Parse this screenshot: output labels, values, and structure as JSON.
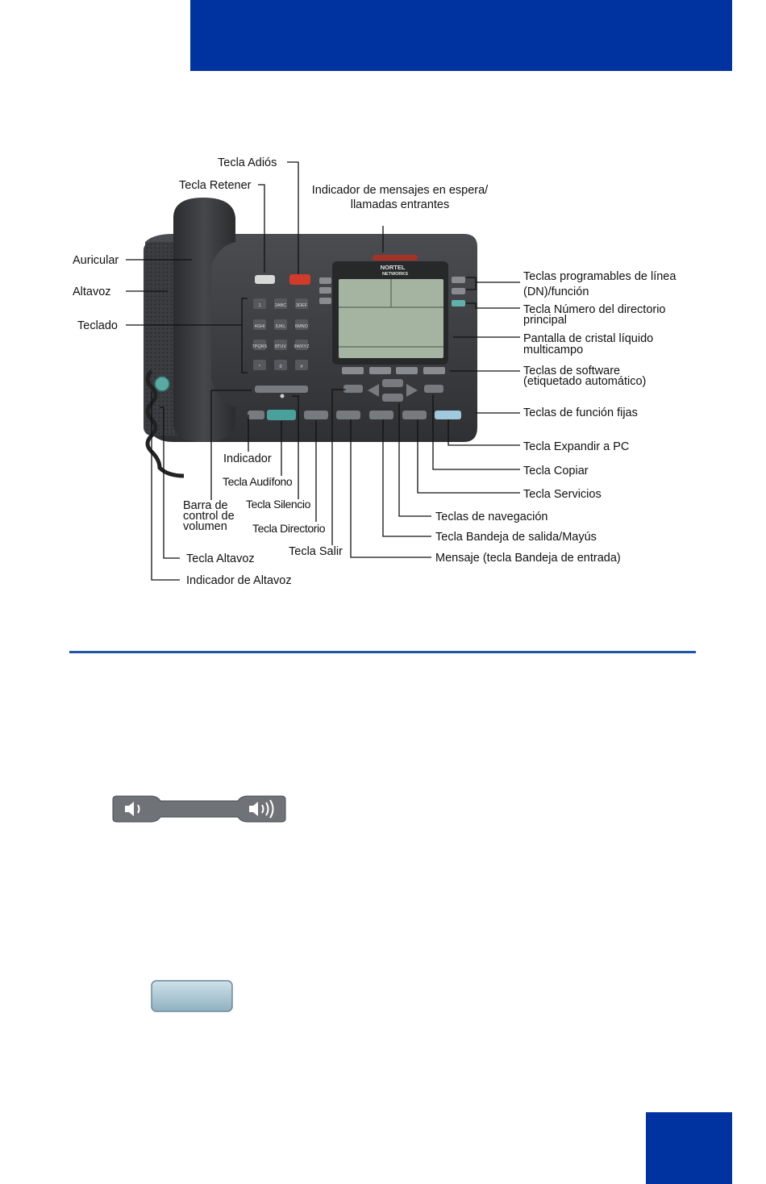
{
  "colors": {
    "brand_blue": "#0033a0",
    "divider_blue": "#2255a8",
    "phone_body": "#3a3c3f",
    "lcd": "#a4b4a0",
    "goodbye_red": "#d23a2a",
    "hold_green": "#4aa09a",
    "expand_blue": "#9fc9dc"
  },
  "labels": {
    "tecla_adios": "Tecla Adiós",
    "tecla_retener": "Tecla Retener",
    "indicador_mensajes_l1": "Indicador de mensajes en espera/",
    "indicador_mensajes_l2": "llamadas entrantes",
    "auricular": "Auricular",
    "altavoz": "Altavoz",
    "teclado": "Teclado",
    "teclas_programables_l1": "Teclas programables de línea",
    "teclas_programables_l2": "(DN)/función",
    "tecla_numero_l1": "Tecla Número del directorio",
    "tecla_numero_l2": "principal",
    "pantalla_l1": "Pantalla de cristal líquido",
    "pantalla_l2": "multicampo",
    "teclas_software_l1": "Teclas de software",
    "teclas_software_l2": "(etiquetado automático)",
    "teclas_funcion_fijas": "Teclas de función fijas",
    "tecla_expandir": "Tecla Expandir a PC",
    "tecla_copiar": "Tecla Copiar",
    "tecla_servicios": "Tecla Servicios",
    "teclas_navegacion": "Teclas de navegación",
    "tecla_bandeja_salida": "Tecla Bandeja de salida/Mayús",
    "mensaje_bandeja_entrada": "Mensaje (tecla Bandeja de entrada)",
    "indicador": "Indicador",
    "tecla_audifono": "Tecla Audífono",
    "barra_l1": "Barra de",
    "barra_l2": "control de",
    "barra_l3": "volumen",
    "tecla_silencio": "Tecla Silencio",
    "tecla_directorio": "Tecla Directorio",
    "tecla_salir": "Tecla Salir",
    "tecla_altavoz": "Tecla Altavoz",
    "indicador_altavoz": "Indicador de Altavoz"
  },
  "phone": {
    "brand_l1": "NORTEL",
    "brand_l2": "NETWORKS",
    "keypad": [
      "1",
      "2ABC",
      "3DEF",
      "4GHI",
      "5JKL",
      "6MNO",
      "7PQRS",
      "8TUV",
      "9WXYZ",
      "*",
      "0",
      "#"
    ]
  },
  "icons": {
    "volume_bar": "volume-control-bar-icon",
    "expand_key": "expand-to-pc-key-icon"
  }
}
